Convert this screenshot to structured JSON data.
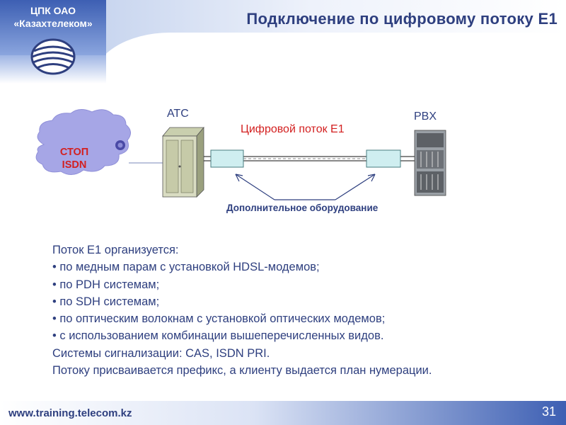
{
  "header": {
    "org_line1": "ЦПК ОАО",
    "org_line2": "«Казахтелеком»",
    "title": "Подключение по цифровому потоку Е1",
    "logo_icon": "globe-logo-icon"
  },
  "diagram": {
    "cloud_line1": "СТОП",
    "cloud_line2": "ISDN",
    "atc_label": "АТС",
    "pbx_label": "PBX",
    "stream_label": "Цифровой поток Е1",
    "equipment_label": "Дополнительное оборудование"
  },
  "body": {
    "intro": "Поток Е1 организуется:",
    "items": [
      "• по медным парам с установкой HDSL-модемов;",
      "• по PDH системам;",
      "• по SDH системам;",
      "• по оптическим волокнам с установкой оптических модемов;",
      "• с использованием комбинации вышеперечисленных видов."
    ],
    "signaling": "Системы сигнализации: CAS, ISDN PRI.",
    "numbering": "Потоку присваивается префикс, а клиенту выдается план нумерации."
  },
  "footer": {
    "url": "www.training.telecom.kz",
    "page": "31"
  },
  "colors": {
    "brand_blue": "#2e3f7f",
    "accent_red": "#d32020",
    "cloud": "#a6a6e6"
  }
}
